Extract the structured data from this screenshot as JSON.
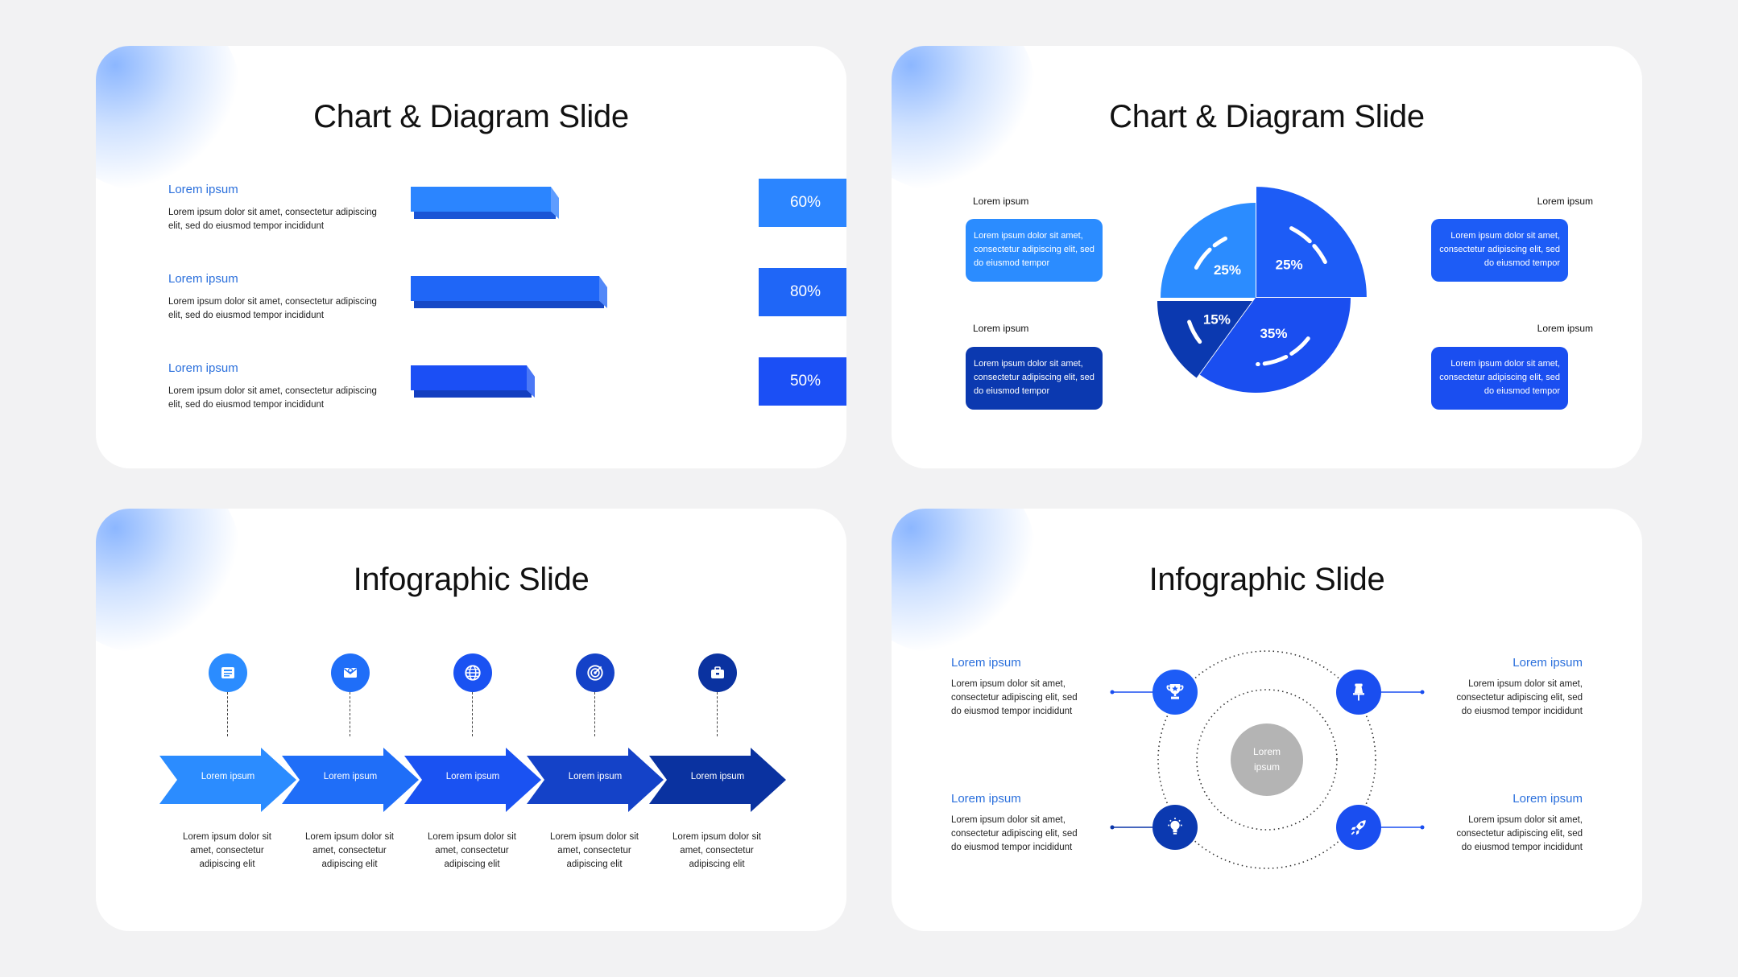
{
  "colors": {
    "page_bg": "#f2f2f3",
    "light_blue": "#2b8cff",
    "blue": "#1c63f5",
    "bright_blue": "#1d52f8",
    "mid_blue": "#1444d2",
    "dark_blue": "#0a35a8",
    "accent_text": "#2a6fdc",
    "gray_center": "#b4b4b4"
  },
  "slides": [
    {
      "title": "Chart & Diagram Slide",
      "rows": [
        {
          "heading": "Lorem ipsum",
          "desc": "Lorem ipsum dolor sit amet, consectetur adipiscing elit, sed do eiusmod tempor incididunt",
          "value": 60,
          "label": "60%"
        },
        {
          "heading": "Lorem ipsum",
          "desc": "Lorem ipsum dolor sit amet, consectetur adipiscing elit, sed do eiusmod tempor incididunt",
          "value": 80,
          "label": "80%"
        },
        {
          "heading": "Lorem ipsum",
          "desc": "Lorem ipsum dolor sit amet, consectetur adipiscing elit, sed do eiusmod tempor incididunt",
          "value": 50,
          "label": "50%"
        }
      ]
    },
    {
      "title": "Chart & Diagram Slide",
      "boxes": [
        {
          "label": "Lorem ipsum",
          "text": "Lorem ipsum dolor sit amet, consectetur adipiscing elit, sed do eiusmod tempor"
        },
        {
          "label": "Lorem ipsum",
          "text": "Lorem ipsum dolor sit amet, consectetur adipiscing elit, sed do eiusmod tempor"
        },
        {
          "label": "Lorem ipsum",
          "text": "Lorem ipsum dolor sit amet, consectetur adipiscing elit, sed do eiusmod tempor"
        },
        {
          "label": "Lorem ipsum",
          "text": "Lorem ipsum dolor sit amet, consectetur adipiscing elit, sed do eiusmod tempor"
        }
      ],
      "pie": [
        {
          "label": "25%",
          "value": 25,
          "color": "#1d5cf6"
        },
        {
          "label": "35%",
          "value": 35,
          "color": "#1a4ef0"
        },
        {
          "label": "15%",
          "value": 15,
          "color": "#0b39b0"
        },
        {
          "label": "25%",
          "value": 25,
          "color": "#2b8cff"
        }
      ]
    },
    {
      "title": "Infographic Slide",
      "steps": [
        {
          "label": "Lorem ipsum",
          "desc": "Lorem ipsum dolor sit amet, consectetur adipiscing elit",
          "icon": "newspaper-icon",
          "color": "#2b8cff"
        },
        {
          "label": "Lorem ipsum",
          "desc": "Lorem ipsum dolor sit amet, consectetur adipiscing elit",
          "icon": "email-icon",
          "color": "#1f6ef8"
        },
        {
          "label": "Lorem ipsum",
          "desc": "Lorem ipsum dolor sit amet, consectetur adipiscing elit",
          "icon": "globe-icon",
          "color": "#1a52f2"
        },
        {
          "label": "Lorem ipsum",
          "desc": "Lorem ipsum dolor sit amet, consectetur adipiscing elit",
          "icon": "target-icon",
          "color": "#1442c8"
        },
        {
          "label": "Lorem ipsum",
          "desc": "Lorem ipsum dolor sit amet, consectetur adipiscing elit",
          "icon": "briefcase-icon",
          "color": "#0a32a0"
        }
      ]
    },
    {
      "title": "Infographic Slide",
      "center": {
        "line1": "Lorem",
        "line2": "ipsum"
      },
      "items": [
        {
          "heading": "Lorem ipsum",
          "desc": "Lorem ipsum dolor sit amet, consectetur adipiscing elit, sed do eiusmod tempor incididunt",
          "icon": "trophy-icon"
        },
        {
          "heading": "Lorem ipsum",
          "desc": "Lorem ipsum dolor sit amet, consectetur adipiscing elit, sed do eiusmod tempor incididunt",
          "icon": "pushpin-icon"
        },
        {
          "heading": "Lorem ipsum",
          "desc": "Lorem ipsum dolor sit amet, consectetur adipiscing elit, sed do eiusmod tempor incididunt",
          "icon": "lightbulb-icon"
        },
        {
          "heading": "Lorem ipsum",
          "desc": "Lorem ipsum dolor sit amet, consectetur adipiscing elit, sed do eiusmod tempor incididunt",
          "icon": "rocket-icon"
        }
      ]
    }
  ]
}
